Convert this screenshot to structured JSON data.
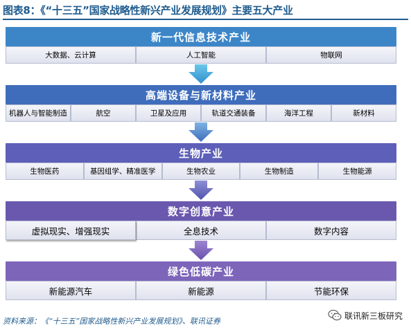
{
  "title": "图表8：《“十三五”国家战略性新兴产业发展规划》主要五大产业",
  "colors": {
    "title": "#1f5b8e",
    "band1": "#3c86c8",
    "band2": "#3f6dbb",
    "band3": "#5d5fb8",
    "band4": "#6a58ae",
    "band5": "#7d65ba"
  },
  "industries": [
    {
      "name": "新一代信息技术产业",
      "items": [
        "大数据、云计算",
        "人工智能",
        "物联网"
      ]
    },
    {
      "name": "高端设备与新材料产业",
      "items": [
        "机器人与智能制造",
        "航空",
        "卫星及应用",
        "轨道交通装备",
        "海洋工程",
        "新材料"
      ]
    },
    {
      "name": "生物产业",
      "items": [
        "生物医药",
        "基因组学、精准医学",
        "生物农业",
        "生物制造",
        "生物能源"
      ]
    },
    {
      "name": "数字创意产业",
      "items": [
        "虚拟现实、增强现实",
        "全息技术",
        "数字内容"
      ]
    },
    {
      "name": "绿色低碳产业",
      "items": [
        "新能源汽车",
        "新能源",
        "节能环保"
      ]
    }
  ],
  "source": "资料来源：《“十三五”国家战略性新兴产业发展规划》、联讯证券",
  "watermark": {
    "icon": "wechat-icon",
    "text": "联讯新三板研究"
  }
}
